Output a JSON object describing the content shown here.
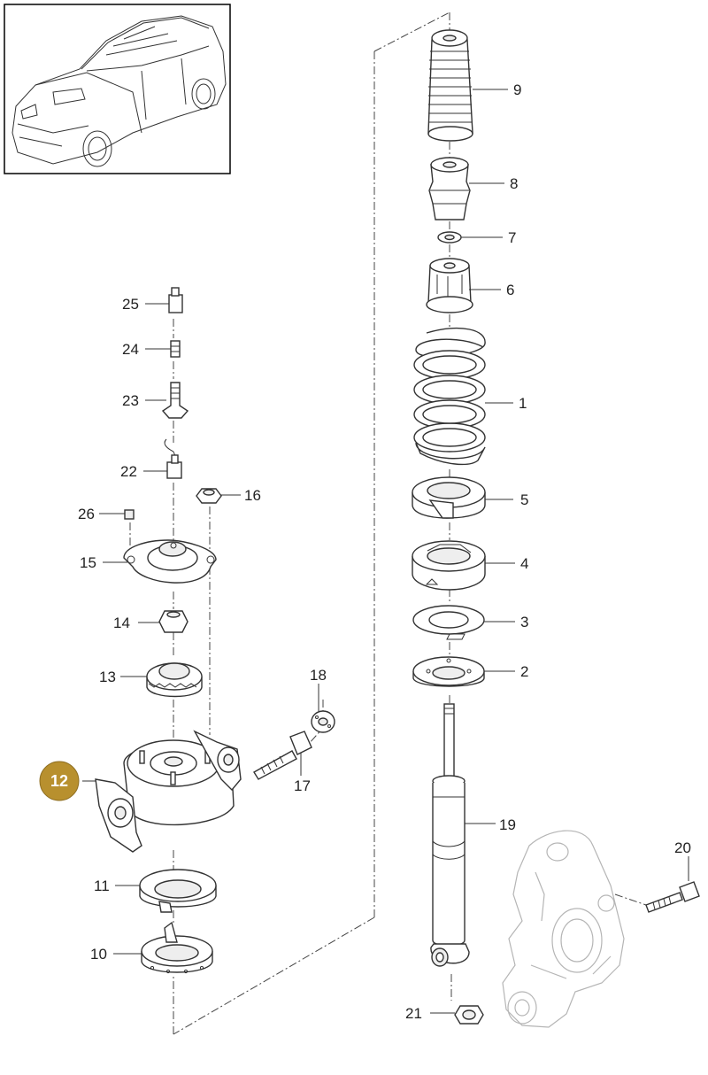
{
  "labels": {
    "p1": "1",
    "p2": "2",
    "p3": "3",
    "p4": "4",
    "p5": "5",
    "p6": "6",
    "p7": "7",
    "p8": "8",
    "p9": "9",
    "p10": "10",
    "p11": "11",
    "p12": "12",
    "p13": "13",
    "p14": "14",
    "p15": "15",
    "p16": "16",
    "p17": "17",
    "p18": "18",
    "p19": "19",
    "p20": "20",
    "p21": "21",
    "p22": "22",
    "p23": "23",
    "p24": "24",
    "p25": "25",
    "p26": "26"
  },
  "highlight": {
    "part": "12",
    "color": "#b8902e"
  },
  "colors": {
    "line": "#333333",
    "ghost": "#b5b5b5",
    "frame": "#000000"
  }
}
